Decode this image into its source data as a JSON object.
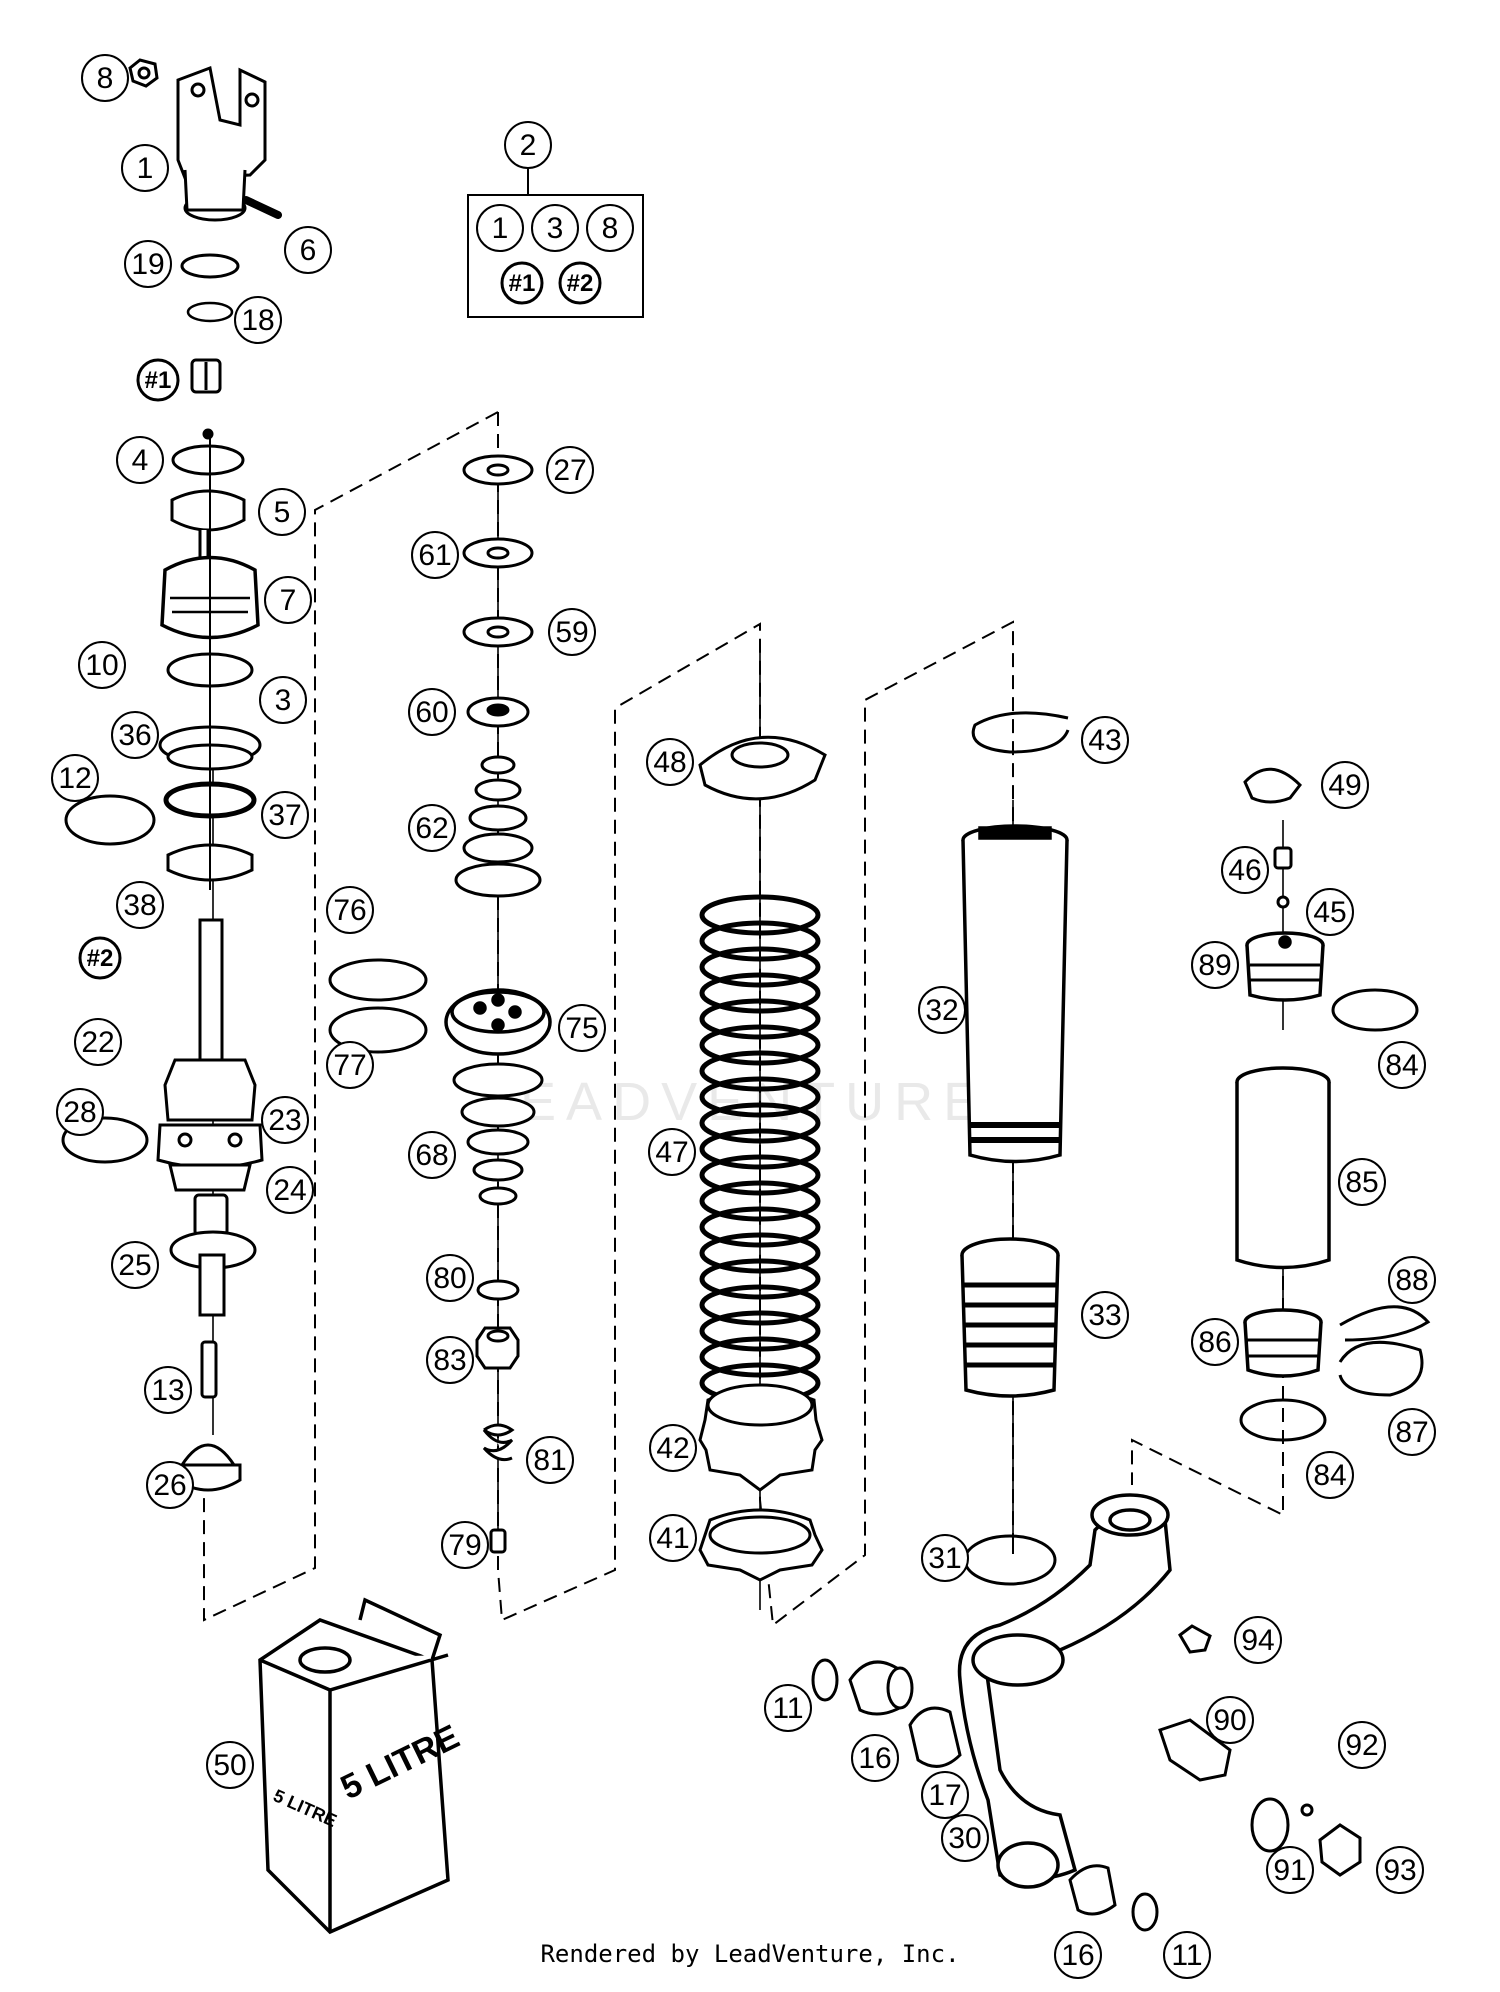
{
  "callouts": [
    {
      "id": "c8a",
      "label": "8"
    },
    {
      "id": "c1",
      "label": "1"
    },
    {
      "id": "c6",
      "label": "6"
    },
    {
      "id": "c19",
      "label": "19"
    },
    {
      "id": "c18",
      "label": "18"
    },
    {
      "id": "cs1",
      "label": "#1"
    },
    {
      "id": "c2",
      "label": "2"
    },
    {
      "id": "kit1",
      "label": "1"
    },
    {
      "id": "kit3",
      "label": "3"
    },
    {
      "id": "kit8",
      "label": "8"
    },
    {
      "id": "kits1",
      "label": "#1"
    },
    {
      "id": "kits2",
      "label": "#2"
    },
    {
      "id": "c4",
      "label": "4"
    },
    {
      "id": "c5",
      "label": "5"
    },
    {
      "id": "c7",
      "label": "7"
    },
    {
      "id": "c10",
      "label": "10"
    },
    {
      "id": "c3",
      "label": "3"
    },
    {
      "id": "c36",
      "label": "36"
    },
    {
      "id": "c12",
      "label": "12"
    },
    {
      "id": "c37",
      "label": "37"
    },
    {
      "id": "c38",
      "label": "38"
    },
    {
      "id": "cs2",
      "label": "#2"
    },
    {
      "id": "c22",
      "label": "22"
    },
    {
      "id": "c28",
      "label": "28"
    },
    {
      "id": "c23",
      "label": "23"
    },
    {
      "id": "c24",
      "label": "24"
    },
    {
      "id": "c25",
      "label": "25"
    },
    {
      "id": "c13",
      "label": "13"
    },
    {
      "id": "c26",
      "label": "26"
    },
    {
      "id": "c27",
      "label": "27"
    },
    {
      "id": "c61",
      "label": "61"
    },
    {
      "id": "c59",
      "label": "59"
    },
    {
      "id": "c60",
      "label": "60"
    },
    {
      "id": "c62",
      "label": "62"
    },
    {
      "id": "c76",
      "label": "76"
    },
    {
      "id": "c77",
      "label": "77"
    },
    {
      "id": "c75",
      "label": "75"
    },
    {
      "id": "c68",
      "label": "68"
    },
    {
      "id": "c80",
      "label": "80"
    },
    {
      "id": "c83",
      "label": "83"
    },
    {
      "id": "c81",
      "label": "81"
    },
    {
      "id": "c79",
      "label": "79"
    },
    {
      "id": "c48",
      "label": "48"
    },
    {
      "id": "c47",
      "label": "47"
    },
    {
      "id": "c42",
      "label": "42"
    },
    {
      "id": "c41",
      "label": "41"
    },
    {
      "id": "c43",
      "label": "43"
    },
    {
      "id": "c32",
      "label": "32"
    },
    {
      "id": "c33",
      "label": "33"
    },
    {
      "id": "c31",
      "label": "31"
    },
    {
      "id": "c49",
      "label": "49"
    },
    {
      "id": "c46",
      "label": "46"
    },
    {
      "id": "c45",
      "label": "45"
    },
    {
      "id": "c89",
      "label": "89"
    },
    {
      "id": "c84a",
      "label": "84"
    },
    {
      "id": "c85",
      "label": "85"
    },
    {
      "id": "c88",
      "label": "88"
    },
    {
      "id": "c86",
      "label": "86"
    },
    {
      "id": "c87",
      "label": "87"
    },
    {
      "id": "c84b",
      "label": "84"
    },
    {
      "id": "c94",
      "label": "94"
    },
    {
      "id": "c11a",
      "label": "11"
    },
    {
      "id": "c16a",
      "label": "16"
    },
    {
      "id": "c17",
      "label": "17"
    },
    {
      "id": "c90",
      "label": "90"
    },
    {
      "id": "c92",
      "label": "92"
    },
    {
      "id": "c30",
      "label": "30"
    },
    {
      "id": "c91",
      "label": "91"
    },
    {
      "id": "c93",
      "label": "93"
    },
    {
      "id": "c16b",
      "label": "16"
    },
    {
      "id": "c11b",
      "label": "11"
    },
    {
      "id": "c50",
      "label": "50"
    }
  ],
  "oil_can": {
    "label_large": "5 LITRE",
    "label_small": "5 LITRE"
  },
  "watermark": "LEADVENTURE",
  "credit": "Rendered by LeadVenture, Inc."
}
